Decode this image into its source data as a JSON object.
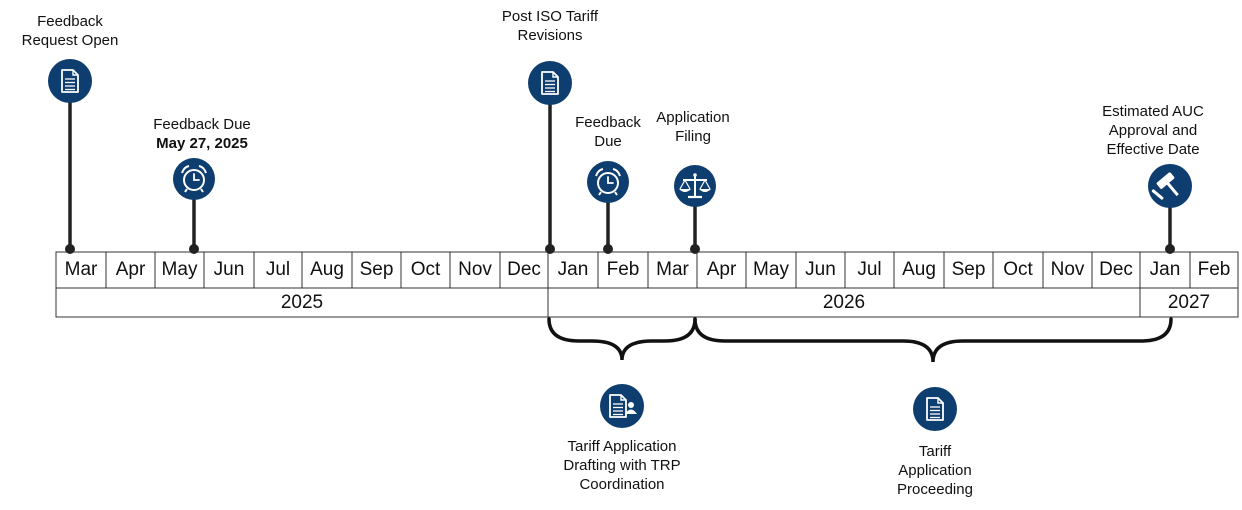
{
  "months": [
    "Mar",
    "Apr",
    "May",
    "Jun",
    "Jul",
    "Aug",
    "Sep",
    "Oct",
    "Nov",
    "Dec",
    "Jan",
    "Feb",
    "Mar",
    "Apr",
    "May",
    "Jun",
    "Jul",
    "Aug",
    "Sep",
    "Oct",
    "Nov",
    "Dec",
    "Jan",
    "Feb"
  ],
  "years": [
    "2025",
    "2026",
    "2027"
  ],
  "colors": {
    "icon_fill": "#0e3d6f",
    "line": "#222222"
  },
  "milestones": [
    {
      "id": "feedback-request-open",
      "lines": [
        "Feedback",
        "Request Open"
      ],
      "icon": "document-icon"
    },
    {
      "id": "feedback-due-2025",
      "lines": [
        "Feedback Due"
      ],
      "bold": "May 27, 2025",
      "icon": "alarm-clock-icon"
    },
    {
      "id": "post-iso-tariff-revisions",
      "lines": [
        "Post ISO Tariff",
        "Revisions"
      ],
      "icon": "document-icon"
    },
    {
      "id": "feedback-due-2026",
      "lines": [
        "Feedback",
        "Due"
      ],
      "icon": "alarm-clock-icon"
    },
    {
      "id": "application-filing",
      "lines": [
        "Application",
        "Filing"
      ],
      "icon": "scales-icon"
    },
    {
      "id": "estimated-auc-approval",
      "lines": [
        "Estimated AUC",
        "Approval and",
        "Effective Date"
      ],
      "icon": "gavel-icon"
    }
  ],
  "phases": [
    {
      "id": "tariff-application-drafting",
      "lines": [
        "Tariff Application",
        "Drafting with TRP",
        "Coordination"
      ],
      "icon": "document-person-icon"
    },
    {
      "id": "tariff-application-proceeding",
      "lines": [
        "Tariff",
        "Application",
        "Proceeding"
      ],
      "icon": "document-icon"
    }
  ]
}
